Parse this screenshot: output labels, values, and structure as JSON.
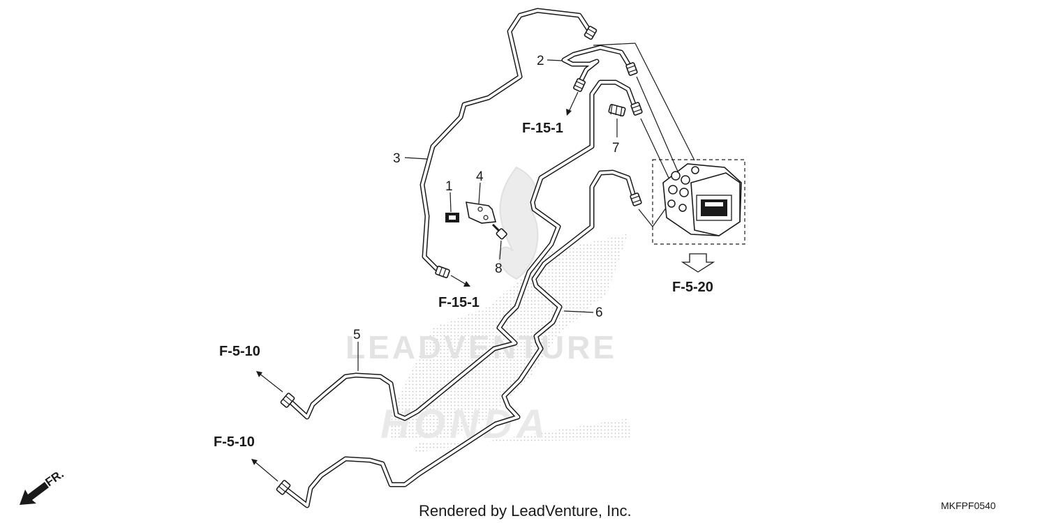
{
  "diagram": {
    "part_labels": [
      "1",
      "2",
      "3",
      "4",
      "5",
      "6",
      "7",
      "8"
    ],
    "references": {
      "f15_top": "F-15-1",
      "f15_mid": "F-15-1",
      "f520": "F-5-20",
      "f510_upper": "F-5-10",
      "f510_lower": "F-5-10"
    },
    "direction_label": "FR.",
    "watermark_brand": "LEADVENTURE",
    "watermark_oem": "HONDA"
  },
  "footer": {
    "rendered_by": "Rendered by LeadVenture, Inc.",
    "diagram_code": "MKFPF0540"
  }
}
